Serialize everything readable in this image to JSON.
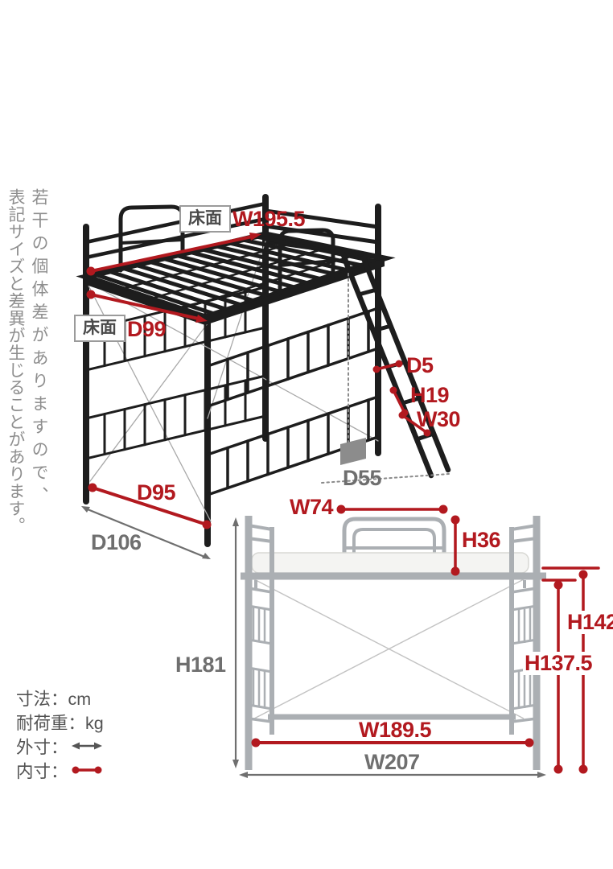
{
  "note": {
    "line1": "若干の個体差がありますので、",
    "line2": "表記サイズと差異が生じることがあります。"
  },
  "top_diagram": {
    "floor_surface_label_1": "床面",
    "floor_surface_width": "W195.5",
    "floor_surface_label_2": "床面",
    "floor_surface_depth": "D99",
    "ladder_rail_depth": "D5",
    "ladder_step_pitch": "H19",
    "ladder_width": "W30",
    "ladder_floor_depth": "D55",
    "inner_depth": "D95",
    "outer_depth": "D106"
  },
  "bottom_diagram": {
    "headboard_width": "W74",
    "headboard_height": "H36",
    "total_height": "H181",
    "under_rail_height": "H142",
    "under_deck_height": "H137.5",
    "inner_width": "W189.5",
    "outer_width": "W207"
  },
  "legend": {
    "units": "寸法：cm",
    "load_capacity": "耐荷重：kg",
    "outer_dim": "外寸：",
    "inner_dim": "内寸："
  },
  "colors": {
    "dimension_red": "#b2191f",
    "dimension_gray": "#6f6f6f",
    "frame_black": "#1d1d1d",
    "frame_silver": "#abafb3",
    "mattress": "#f4f4f2"
  }
}
